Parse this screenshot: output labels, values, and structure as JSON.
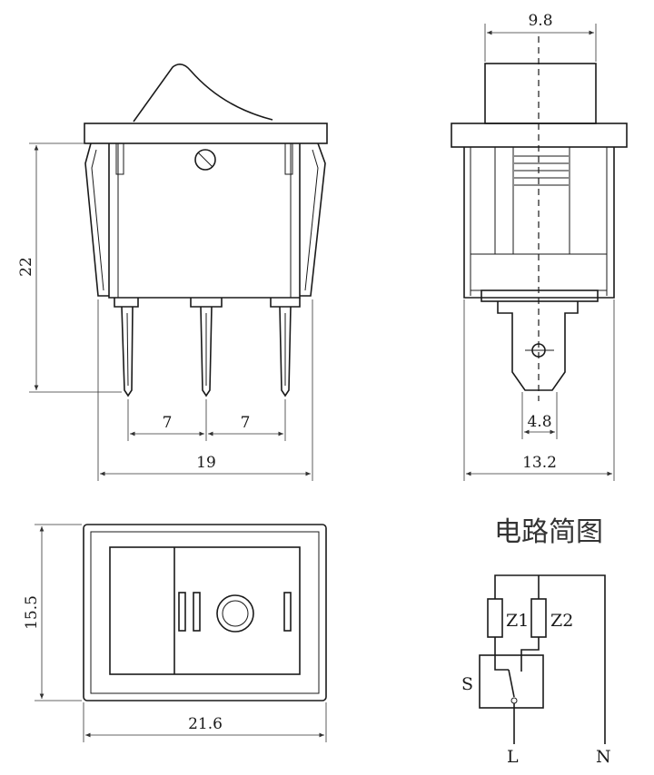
{
  "front_view": {
    "dim_height": "22",
    "dim_pitch_left": "7",
    "dim_pitch_right": "7",
    "dim_width": "19"
  },
  "side_view": {
    "dim_actuator_width": "9.8",
    "dim_terminal_width": "4.8",
    "dim_body_width": "13.2"
  },
  "top_view": {
    "dim_height": "15.5",
    "dim_width": "21.6"
  },
  "circuit": {
    "title": "电路简图",
    "lamp_1": "Z1",
    "lamp_2": "Z2",
    "switch": "S",
    "live": "L",
    "neutral": "N"
  }
}
